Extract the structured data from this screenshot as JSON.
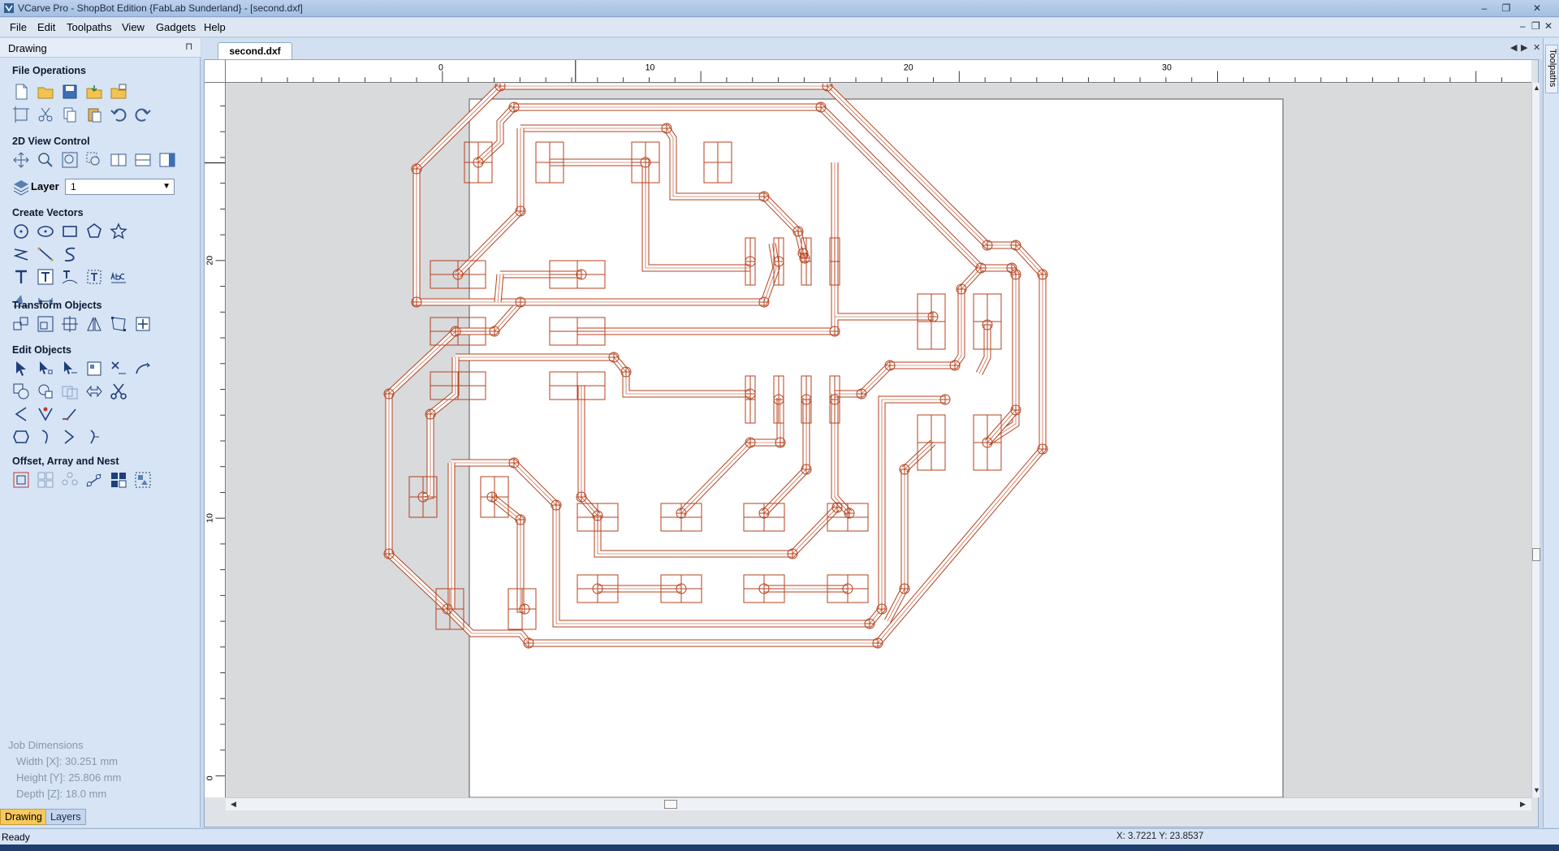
{
  "window": {
    "title": "VCarve Pro - ShopBot Edition {FabLab Sunderland} - [second.dxf]",
    "controls": {
      "minimize": "–",
      "restore": "❐",
      "close": "✕"
    }
  },
  "menu": {
    "items": [
      "File",
      "Edit",
      "Toolpaths",
      "View",
      "Gadgets",
      "Help"
    ]
  },
  "left_panel": {
    "header": "Drawing",
    "pin": "⊓",
    "sections": {
      "file_operations": "File Operations",
      "view_control": "2D View Control",
      "create_vectors": "Create Vectors",
      "transform": "Transform Objects",
      "edit_objects": "Edit Objects",
      "offset": "Offset, Array and Nest"
    },
    "layer": {
      "label": "Layer",
      "value": "1"
    },
    "job_dimensions": {
      "title": "Job Dimensions",
      "width": "Width  [X]: 30.251 mm",
      "height": "Height [Y]: 25.806 mm",
      "depth": "Depth  [Z]: 18.0 mm"
    },
    "bottom_tabs": [
      "Drawing",
      "Layers"
    ]
  },
  "document": {
    "tab": "second.dxf",
    "ruler_h_labels": [
      "0",
      "10",
      "20",
      "30"
    ],
    "ruler_v_labels": [
      "20",
      "10",
      "0"
    ]
  },
  "right_panel": {
    "tab": "Toolpaths"
  },
  "status": {
    "text": "Ready",
    "coords": "X: 3.7221 Y: 23.8537"
  },
  "colors": {
    "vector": "#b5401c",
    "sheet": "#ffffff",
    "panel": "#d6e4f5"
  }
}
